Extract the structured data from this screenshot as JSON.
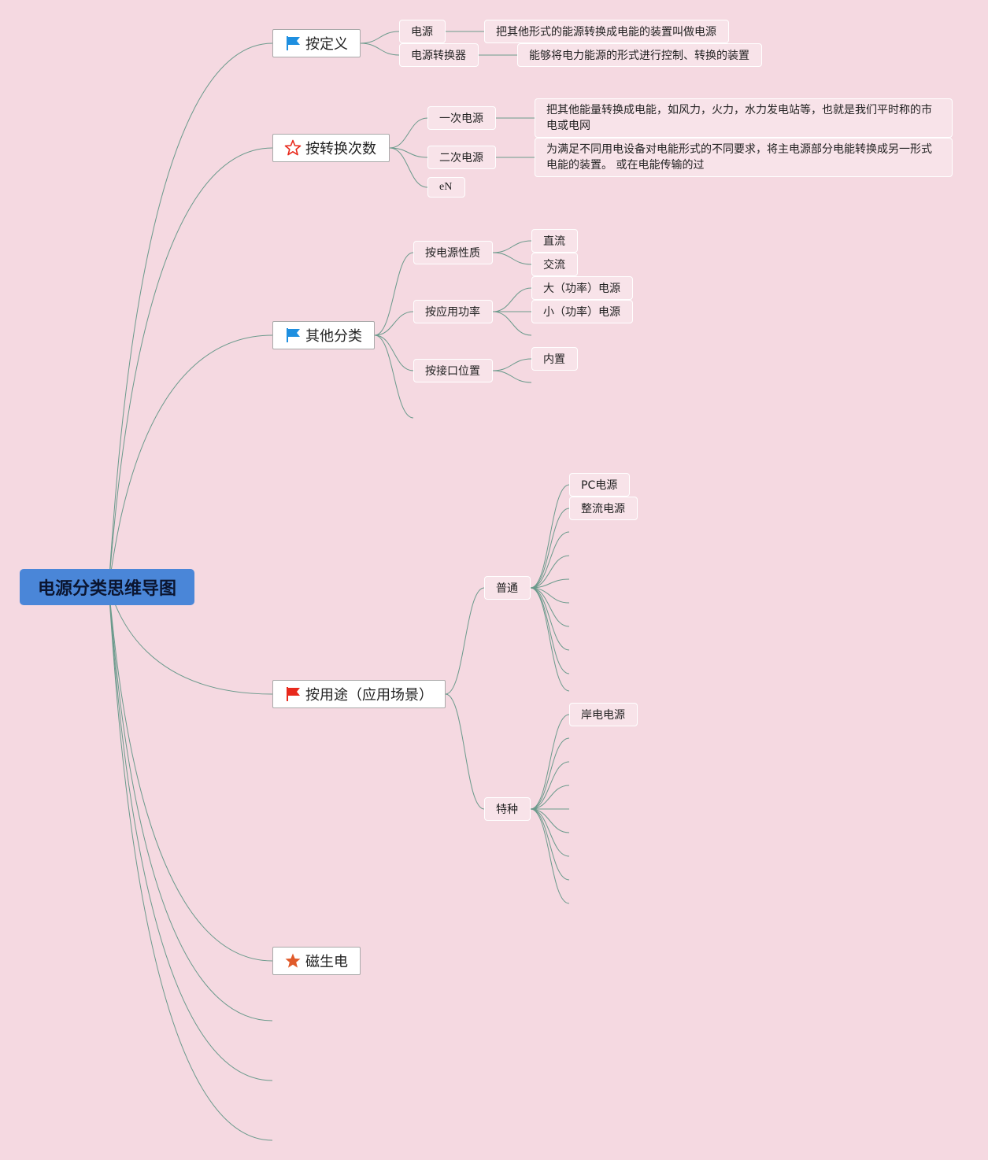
{
  "root": {
    "title": "电源分类思维导图"
  },
  "branches": {
    "definition": {
      "label": "按定义",
      "icon": "blue-flag-icon"
    },
    "conversion": {
      "label": "按转换次数",
      "icon": "red-star-outline-icon"
    },
    "other": {
      "label": "其他分类",
      "icon": "blue-flag-icon"
    },
    "usage": {
      "label": "按用途（应用场景）",
      "icon": "red-flag-icon"
    },
    "magnetic": {
      "label": "磁生电",
      "icon": "orange-star-icon"
    }
  },
  "definition": {
    "power": {
      "label": "电源",
      "desc": "把其他形式的能源转换成电能的装置叫做电源"
    },
    "converter": {
      "label": "电源转换器",
      "desc": "能够将电力能源的形式进行控制、转换的装置"
    }
  },
  "conversion": {
    "primary": {
      "label": "一次电源",
      "desc": "把其他能量转换成电能，如风力，火力，水力发电站等，也就是我们平时称的市电或电网"
    },
    "secondary": {
      "label": "二次电源",
      "desc": "为满足不同用电设备对电能形式的不同要求，将主电源部分电能转换成另一形式电能的装置。 或在电能传输的过"
    },
    "en": {
      "label": "eN"
    }
  },
  "other": {
    "nature": {
      "label": "按电源性质",
      "children": [
        "直流",
        "交流"
      ]
    },
    "power": {
      "label": "按应用功率",
      "children": [
        "大（功率）电源",
        "小（功率）电源"
      ]
    },
    "interface": {
      "label": "按接口位置",
      "children": [
        "内置"
      ]
    }
  },
  "usage": {
    "general": {
      "label": "普通",
      "children": [
        "PC电源",
        "整流电源"
      ]
    },
    "special": {
      "label": "特种",
      "children": [
        "岸电电源"
      ]
    }
  },
  "colors": {
    "background": "#f5d9e1",
    "root": "#4a86d8",
    "line": "#6b9a8c",
    "blue_flag": "#1e8fe0",
    "red_flag": "#e8291c",
    "star": "#e05a2a"
  }
}
